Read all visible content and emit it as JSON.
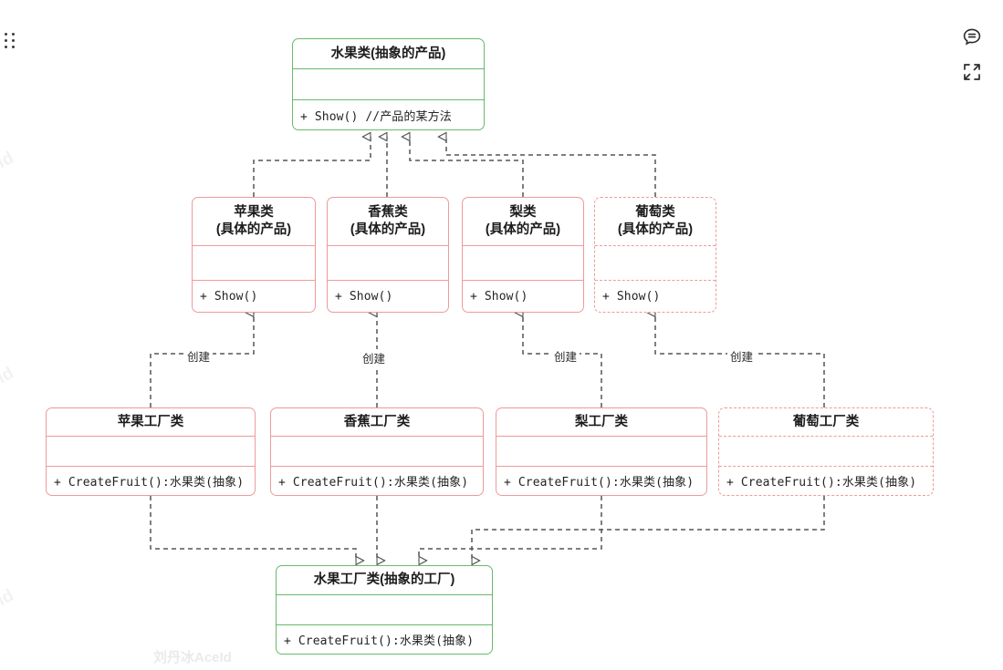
{
  "page": {
    "title": "工厂方法模式 UML 类图",
    "background": "#ffffff",
    "watermark_text": "刘丹冰AceId",
    "watermark_fragment": "eId"
  },
  "colors": {
    "abstract_border": "#66bb6a",
    "concrete_border": "#ef9a9a",
    "extension_border": "#ef9a9a",
    "connector": "#555555",
    "text": "#1c1c1c"
  },
  "toolbar": {
    "drag_handle": "drag-handle",
    "icons": [
      {
        "name": "comment-icon",
        "glyph": "comment-bubble"
      },
      {
        "name": "fullscreen-icon",
        "glyph": "expand-arrows"
      }
    ]
  },
  "diagram": {
    "type": "uml-class-diagram",
    "relation_label": "创建",
    "abstract_product": {
      "title": "水果类(抽象的产品)",
      "attributes": "",
      "operations": "+ Show() //产品的某方法",
      "style": "solid-green"
    },
    "concrete_products": [
      {
        "title_line1": "苹果类",
        "title_line2": "(具体的产品)",
        "attributes": "",
        "operations": "+ Show()",
        "style": "solid-pink"
      },
      {
        "title_line1": "香蕉类",
        "title_line2": "(具体的产品)",
        "attributes": "",
        "operations": "+ Show()",
        "style": "solid-pink"
      },
      {
        "title_line1": "梨类",
        "title_line2": "(具体的产品)",
        "attributes": "",
        "operations": "+ Show()",
        "style": "solid-pink"
      },
      {
        "title_line1": "葡萄类",
        "title_line2": "(具体的产品)",
        "attributes": "",
        "operations": "+ Show()",
        "style": "dashed-pink"
      }
    ],
    "concrete_factories": [
      {
        "title": "苹果工厂类",
        "attributes": "",
        "operations": "+ CreateFruit():水果类(抽象)",
        "style": "solid-pink"
      },
      {
        "title": "香蕉工厂类",
        "attributes": "",
        "operations": "+ CreateFruit():水果类(抽象)",
        "style": "solid-pink"
      },
      {
        "title": "梨工厂类",
        "attributes": "",
        "operations": "+ CreateFruit():水果类(抽象)",
        "style": "solid-pink"
      },
      {
        "title": "葡萄工厂类",
        "attributes": "",
        "operations": "+ CreateFruit():水果类(抽象)",
        "style": "dashed-pink"
      }
    ],
    "abstract_factory": {
      "title": "水果工厂类(抽象的工厂)",
      "attributes": "",
      "operations": "+ CreateFruit():水果类(抽象)",
      "style": "solid-green"
    },
    "create_labels": [
      "创建",
      "创建",
      "创建",
      "创建"
    ]
  }
}
